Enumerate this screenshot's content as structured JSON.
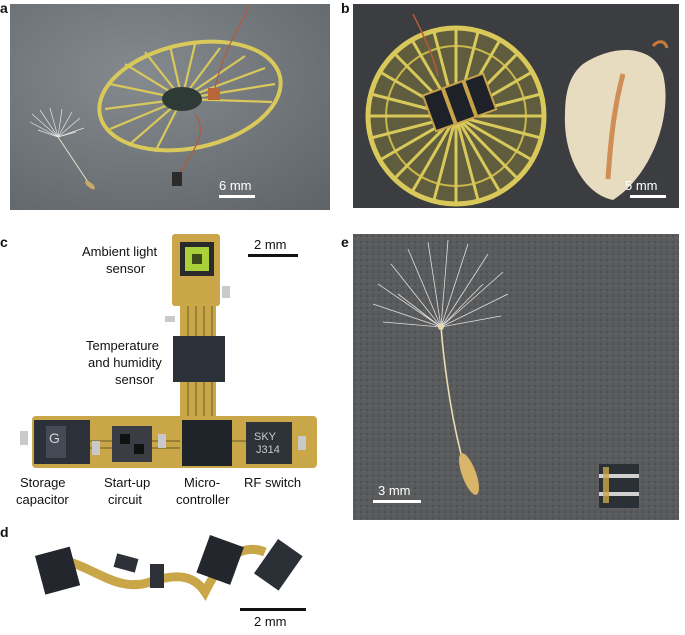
{
  "panels": {
    "a": {
      "letter": "a",
      "scale": "6 mm"
    },
    "b": {
      "letter": "b",
      "scale": "5 mm"
    },
    "c": {
      "letter": "c",
      "scale": "2 mm",
      "labels": {
        "ambient_l1": "Ambient light",
        "ambient_l2": "sensor",
        "temp_l1": "Temperature",
        "temp_l2": "and humidity",
        "temp_l3": "sensor",
        "storage_l1": "Storage",
        "storage_l2": "capacitor",
        "startup_l1": "Start-up",
        "startup_l2": "circuit",
        "micro_l1": "Micro-",
        "micro_l2": "controller",
        "rf_l1": "RF switch"
      },
      "chip_text": {
        "g": "G",
        "sky1": "SKY",
        "sky2": "J314"
      }
    },
    "d": {
      "letter": "d",
      "scale": "2 mm"
    },
    "e": {
      "letter": "e",
      "scale": "3 mm"
    }
  },
  "colors": {
    "photo_a_bg": "#6f7478",
    "photo_b_bg": "#3b3d40",
    "photo_e_bg": "#5a5b5d",
    "film_yellow": "#d9c85a",
    "chip_dark": "#2c3038",
    "pcb_gold": "#c9a648",
    "sensor_green": "#a9d23a"
  }
}
